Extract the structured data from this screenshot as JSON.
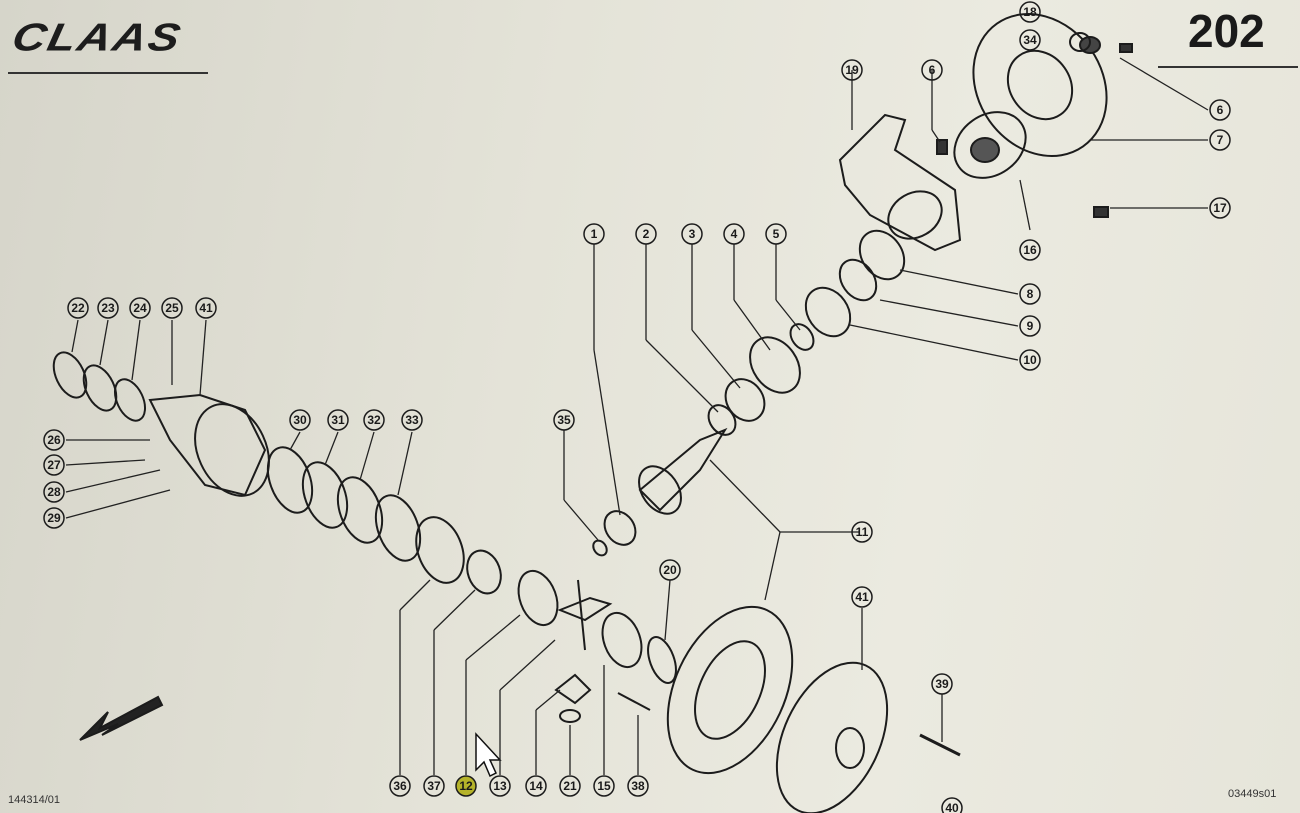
{
  "header": {
    "brand": "CLAAS",
    "page_number": "202"
  },
  "footer": {
    "ref_left": "144314/01",
    "ref_right": "03449s01"
  },
  "callouts": [
    "1",
    "2",
    "3",
    "4",
    "5",
    "6",
    "6",
    "7",
    "8",
    "9",
    "10",
    "11",
    "12",
    "13",
    "14",
    "15",
    "16",
    "17",
    "18",
    "19",
    "20",
    "21",
    "22",
    "23",
    "24",
    "25",
    "26",
    "27",
    "28",
    "29",
    "30",
    "31",
    "32",
    "33",
    "34",
    "35",
    "36",
    "37",
    "38",
    "39",
    "40",
    "41",
    "41"
  ],
  "selected_callout": "12",
  "colors": {
    "line": "#1c1c1c",
    "highlight": "#b5b32a"
  }
}
